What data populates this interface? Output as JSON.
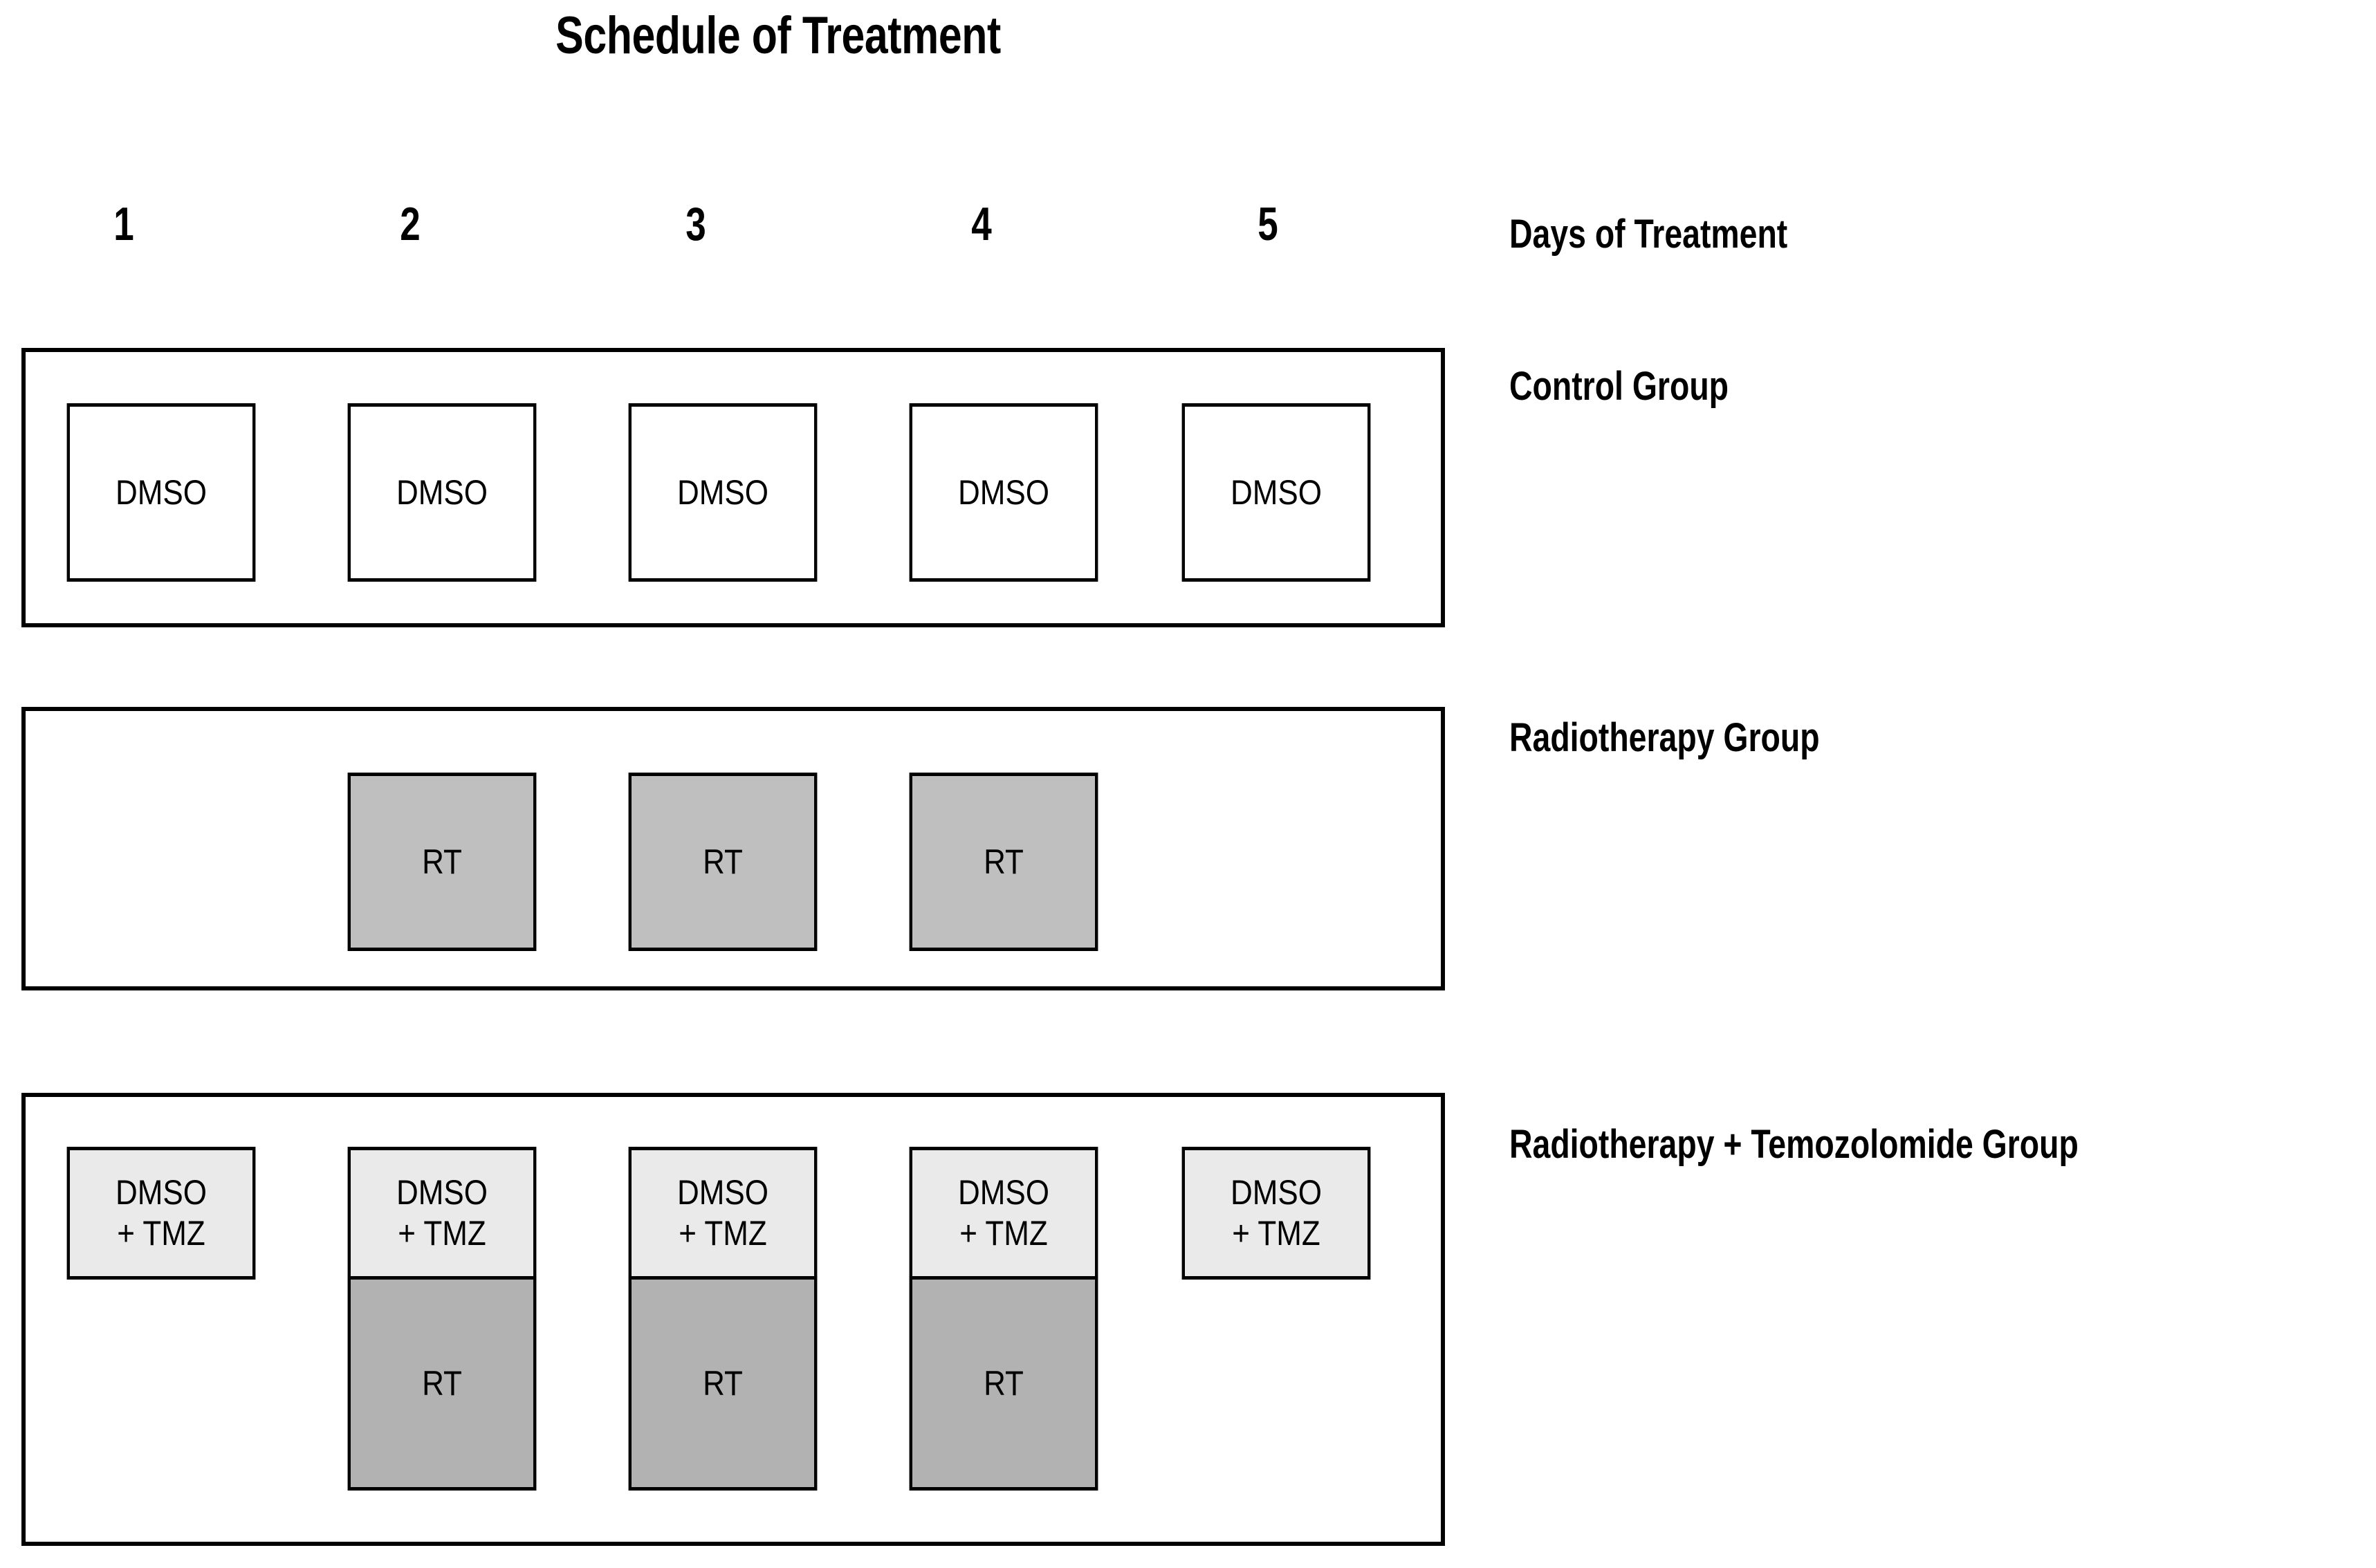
{
  "figure": {
    "title": "Schedule of Treatment",
    "background_color": "#ffffff",
    "border_color": "#000000"
  },
  "day_axis": {
    "label": "Days of Treatment",
    "days": [
      "1",
      "2",
      "3",
      "4",
      "5"
    ]
  },
  "legend_colors": {
    "dmso_fill": "#ffffff",
    "dmso_tmz_fill": "#eaeaea",
    "rt_fill_radiotherapy_group": "#bfbfbf",
    "rt_fill_combined_group": "#b2b2b2",
    "outline": "#000000"
  },
  "groups": [
    {
      "id": "control",
      "label": "Control Group",
      "cells": [
        {
          "day": "1",
          "treatments": [
            {
              "kind": "dmso",
              "text": "DMSO"
            }
          ]
        },
        {
          "day": "2",
          "treatments": [
            {
              "kind": "dmso",
              "text": "DMSO"
            }
          ]
        },
        {
          "day": "3",
          "treatments": [
            {
              "kind": "dmso",
              "text": "DMSO"
            }
          ]
        },
        {
          "day": "4",
          "treatments": [
            {
              "kind": "dmso",
              "text": "DMSO"
            }
          ]
        },
        {
          "day": "5",
          "treatments": [
            {
              "kind": "dmso",
              "text": "DMSO"
            }
          ]
        }
      ]
    },
    {
      "id": "radiotherapy",
      "label": "Radiotherapy Group",
      "cells": [
        {
          "day": "1",
          "treatments": []
        },
        {
          "day": "2",
          "treatments": [
            {
              "kind": "rt",
              "text": "RT"
            }
          ]
        },
        {
          "day": "3",
          "treatments": [
            {
              "kind": "rt",
              "text": "RT"
            }
          ]
        },
        {
          "day": "4",
          "treatments": [
            {
              "kind": "rt",
              "text": "RT"
            }
          ]
        },
        {
          "day": "5",
          "treatments": []
        }
      ]
    },
    {
      "id": "radiotherapy-temozolomide",
      "label": "Radiotherapy + Temozolomide Group",
      "cells": [
        {
          "day": "1",
          "treatments": [
            {
              "kind": "dmso-tmz",
              "text": "DMSO\n+ TMZ"
            }
          ]
        },
        {
          "day": "2",
          "treatments": [
            {
              "kind": "dmso-tmz",
              "text": "DMSO\n+ TMZ"
            },
            {
              "kind": "rt",
              "text": "RT"
            }
          ]
        },
        {
          "day": "3",
          "treatments": [
            {
              "kind": "dmso-tmz",
              "text": "DMSO\n+ TMZ"
            },
            {
              "kind": "rt",
              "text": "RT"
            }
          ]
        },
        {
          "day": "4",
          "treatments": [
            {
              "kind": "dmso-tmz",
              "text": "DMSO\n+ TMZ"
            },
            {
              "kind": "rt",
              "text": "RT"
            }
          ]
        },
        {
          "day": "5",
          "treatments": [
            {
              "kind": "dmso-tmz",
              "text": "DMSO\n+ TMZ"
            }
          ]
        }
      ]
    }
  ]
}
